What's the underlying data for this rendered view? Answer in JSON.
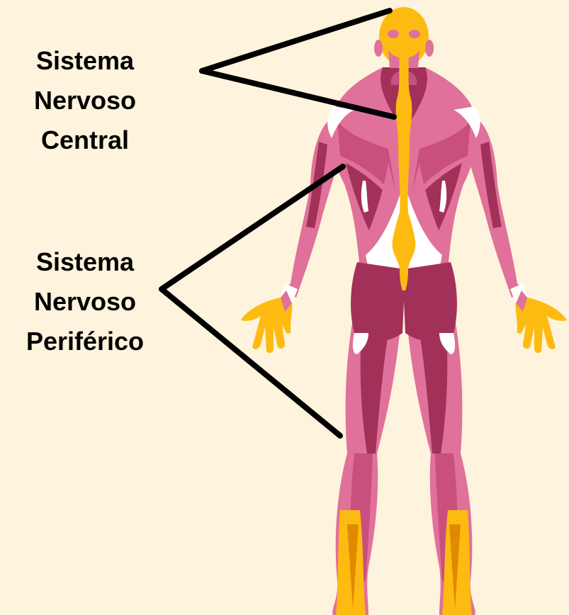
{
  "labels": {
    "central": [
      "Sistema",
      "Nervoso",
      "Central"
    ],
    "peripheral": [
      "Sistema",
      "Nervoso",
      "Periférico"
    ]
  },
  "colors": {
    "background": "#fef3dc",
    "muscle_light": "#e0719a",
    "muscle_mid": "#c94f7f",
    "muscle_dark": "#a23159",
    "nervous": "#fdbb12",
    "tendon": "#ffffff",
    "pointer": "#000000"
  }
}
